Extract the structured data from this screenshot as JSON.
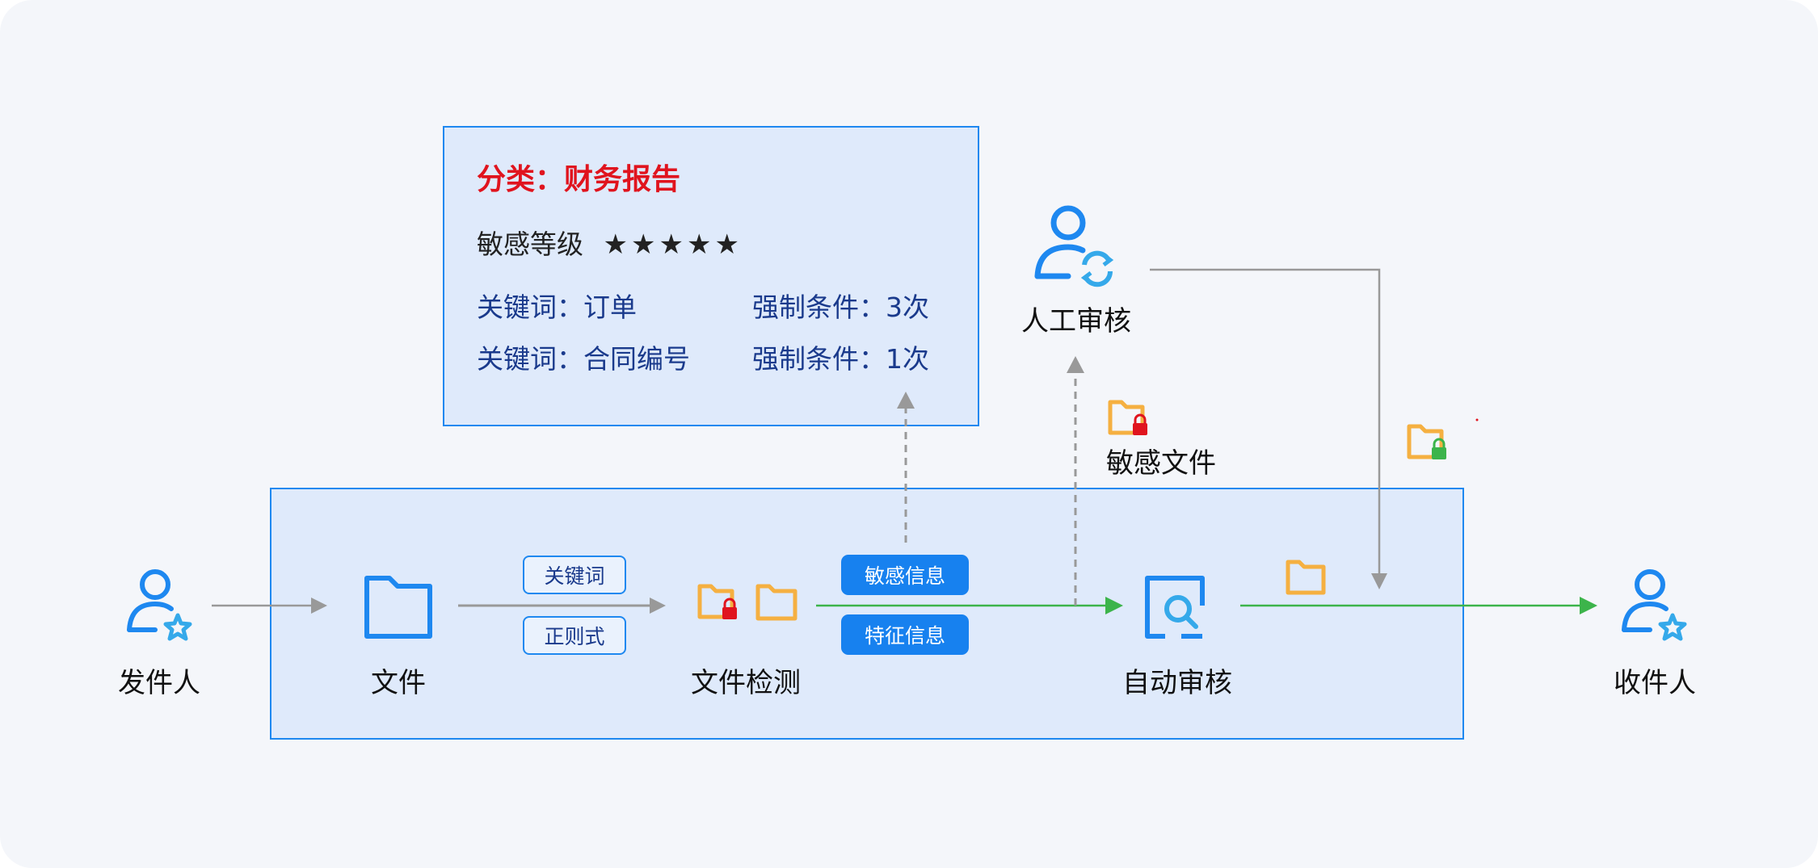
{
  "nodes": {
    "sender": "发件人",
    "file": "文件",
    "detect": "文件检测",
    "auto_review": "自动审核",
    "receiver": "收件人",
    "manual_review": "人工审核",
    "sensitive_file": "敏感文件"
  },
  "tags": {
    "keyword": "关键词",
    "regex": "正则式",
    "sensitive_info": "敏感信息",
    "feature_info": "特征信息"
  },
  "info_card": {
    "title": "分类：财务报告",
    "level_label": "敏感等级",
    "level_stars": 5,
    "rows": [
      {
        "keyword": "关键词：订单",
        "condition": "强制条件：3次"
      },
      {
        "keyword": "关键词：合同编号",
        "condition": "强制条件：1次"
      }
    ]
  },
  "colors": {
    "accent_blue": "#1e88f0",
    "title_red": "#e0141e",
    "flow_green": "#3cb44b",
    "folder_orange": "#f5b041",
    "arrow_gray": "#999999"
  }
}
